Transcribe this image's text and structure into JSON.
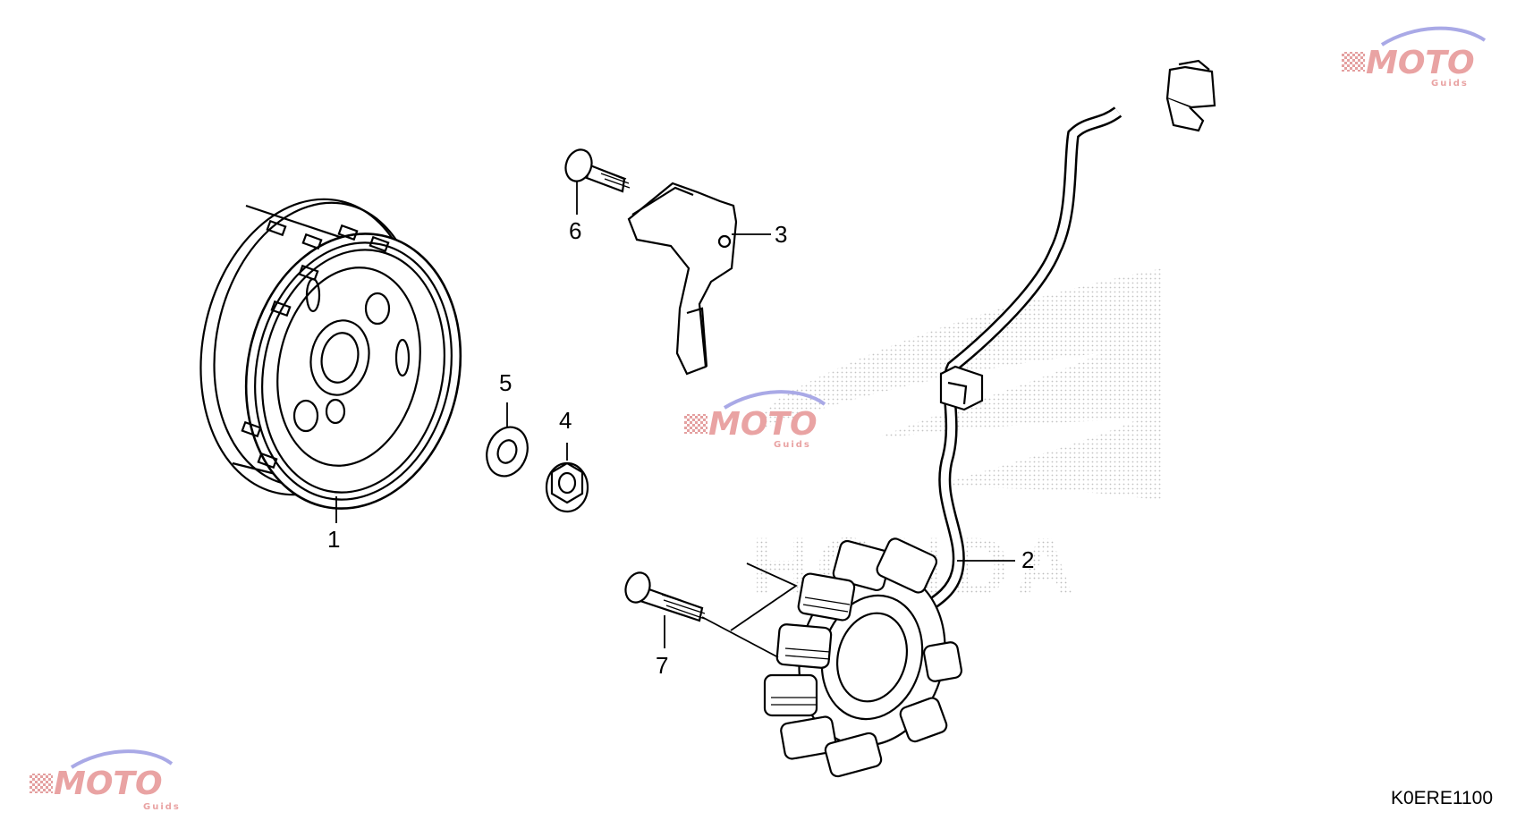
{
  "diagram": {
    "part_code": "K0ERE1100",
    "callouts": [
      "1",
      "2",
      "3",
      "4",
      "5",
      "6",
      "7"
    ],
    "parts": [
      {
        "ref": "1",
        "part": "flywheel-rotor"
      },
      {
        "ref": "2",
        "part": "stator-with-harness"
      },
      {
        "ref": "3",
        "part": "bracket-plate"
      },
      {
        "ref": "4",
        "part": "flange-nut"
      },
      {
        "ref": "5",
        "part": "washer"
      },
      {
        "ref": "6",
        "part": "bolt"
      },
      {
        "ref": "7",
        "part": "bolt"
      }
    ]
  },
  "watermark": {
    "text": "MOTO",
    "subtext": "Guids",
    "color_primary": "#e9a3a3",
    "color_accent": "#a9a9e6"
  },
  "background_logo": {
    "text": "HONDA",
    "icon": "wing-icon",
    "color": "#cfcfcf"
  },
  "colors": {
    "line": "#000000",
    "background": "#ffffff"
  }
}
